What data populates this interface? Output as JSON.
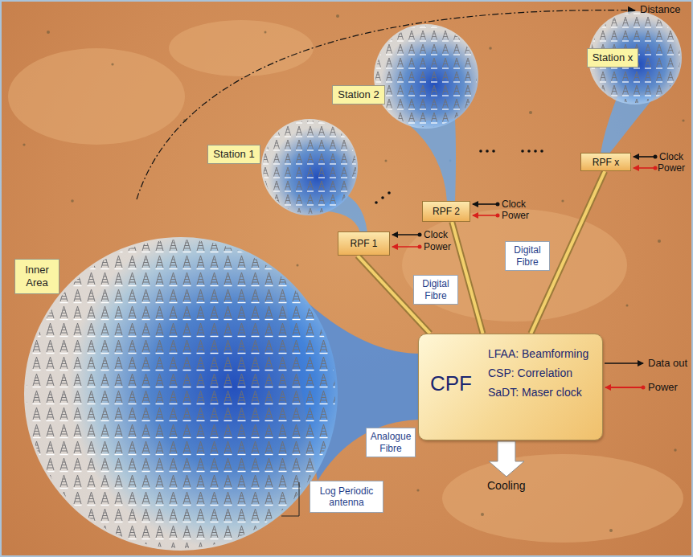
{
  "diagram": {
    "nodes": [
      {
        "text": [
          "Station x"
        ]
      },
      {
        "text": [
          "Station 2"
        ]
      },
      {
        "text": [
          "Station 1"
        ]
      },
      {
        "text": [
          "RPF x"
        ]
      },
      {
        "text": [
          "RPF 2"
        ]
      },
      {
        "text": [
          "RPF 1"
        ]
      },
      {
        "text": [
          "Digital Fibre"
        ]
      },
      {
        "text": [
          "Digital Fibre"
        ]
      },
      {
        "text": [
          "Inner Area"
        ]
      },
      {
        "text": [
          "CPF",
          "LFAA: Beamforming",
          "CSP: Correlation",
          "SaDT: Maser clock"
        ]
      },
      {
        "text": [
          "Analogue Fibre"
        ]
      },
      {
        "text": [
          "Log Periodic antenna"
        ]
      }
    ],
    "edges": [
      {
        "from": 5,
        "to": 9,
        "arrow": "none"
      },
      {
        "from": 4,
        "to": 9,
        "arrow": "none"
      },
      {
        "from": 3,
        "to": 9,
        "arrow": "none"
      }
    ],
    "labels": [
      "Distance",
      "Clock",
      "Power",
      "Clock",
      "Power",
      "Clock",
      "Power",
      "Data out",
      "Power",
      "Cooling"
    ]
  }
}
